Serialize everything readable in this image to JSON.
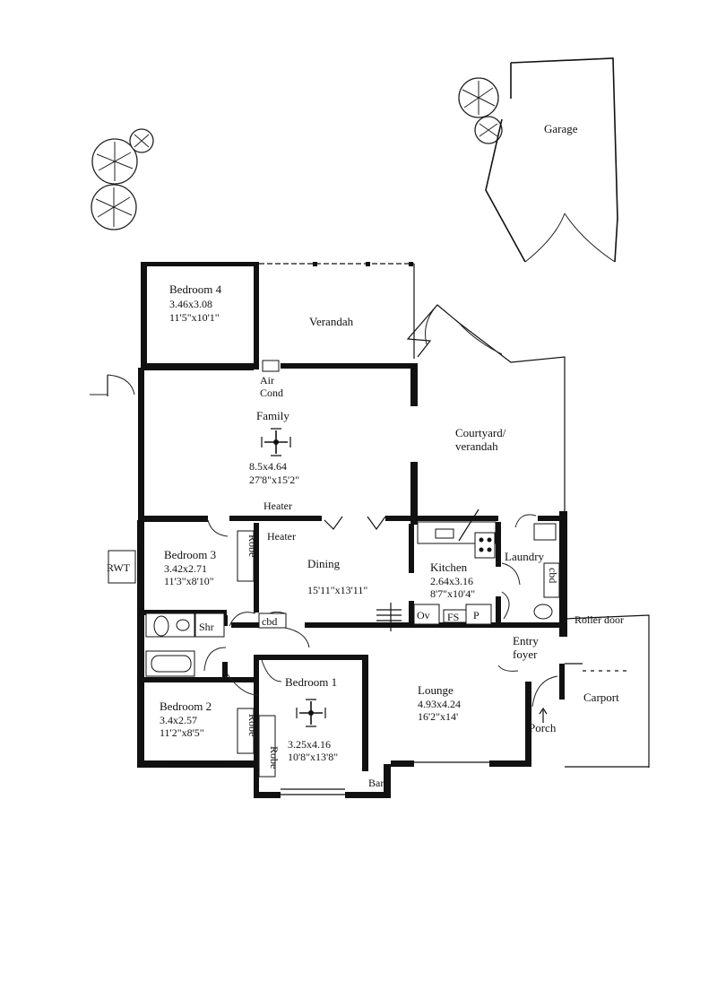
{
  "rooms": {
    "garage": "Garage",
    "bedroom4": {
      "name": "Bedroom 4",
      "metric": "3.46x3.08",
      "imperial": "11'5\"x10'1\""
    },
    "verandah": "Verandah",
    "aircond": {
      "line1": "Air",
      "line2": "Cond"
    },
    "family": {
      "name": "Family",
      "metric": "8.5x4.64",
      "imperial": "27'8\"x15'2\""
    },
    "courtyard": {
      "line1": "Courtyard/",
      "line2": "verandah"
    },
    "heater_family": "Heater",
    "heater_dining": "Heater",
    "bedroom3": {
      "name": "Bedroom 3",
      "metric": "3.42x2.71",
      "imperial": "11'3\"x8'10\""
    },
    "robe_b3": "Robe",
    "dining": {
      "name": "Dining",
      "imperial": "15'11\"x13'11\""
    },
    "kitchen": {
      "name": "Kitchen",
      "metric": "2.64x3.16",
      "imperial": "8'7\"x10'4\""
    },
    "laundry": "Laundry",
    "cbd_laundry": "cbd",
    "rwt": "RWT",
    "shr": "Shr",
    "cbd_hall": "cbd",
    "ov": "Ov",
    "fs": "FS",
    "p": "P",
    "roller_door": "Roller door",
    "entry": {
      "line1": "Entry",
      "line2": "foyer"
    },
    "bedroom1": {
      "name": "Bedroom 1",
      "metric": "3.25x4.16",
      "imperial": "10'8\"x13'8\""
    },
    "lounge": {
      "name": "Lounge",
      "metric": "4.93x4.24",
      "imperial": "16'2\"x14'"
    },
    "carport": "Carport",
    "bedroom2": {
      "name": "Bedroom 2",
      "metric": "3.4x2.57",
      "imperial": "11'2\"x8'5\""
    },
    "robe_b2": "Robe",
    "robe_b1": "Robe",
    "porch": "Porch",
    "bar": "Bar"
  }
}
